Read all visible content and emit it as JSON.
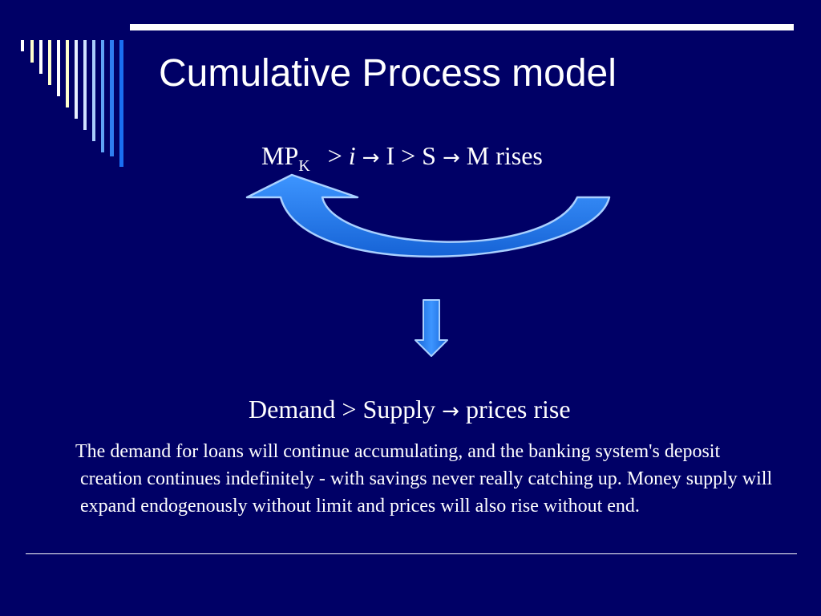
{
  "slide": {
    "title": "Cumulative Process model",
    "formula": {
      "mp": "MP",
      "sub": "K",
      "gt1": ">",
      "i": "i",
      "arrow1": "→",
      "I": "I",
      "gt2": ">",
      "S": "S",
      "arrow2": "→",
      "rest": "M rises"
    },
    "demand_line": {
      "left": "Demand",
      "gt": ">",
      "mid": "Supply",
      "arrow": "→",
      "right": "prices rise"
    },
    "paragraph": "The demand for loans will continue accumulating, and the banking system's deposit creation continues indefinitely - with savings never really catching up. Money supply will expand endogenously without limit and prices will also rise without end."
  },
  "colors": {
    "background": "#000066",
    "arrow_fill": "#1e7ff0",
    "arrow_highlight": "#6fb6ff",
    "text": "#ffffff"
  },
  "icons": [
    "curved-feedback-arrow-icon",
    "down-arrow-icon",
    "right-arrow-icon"
  ]
}
